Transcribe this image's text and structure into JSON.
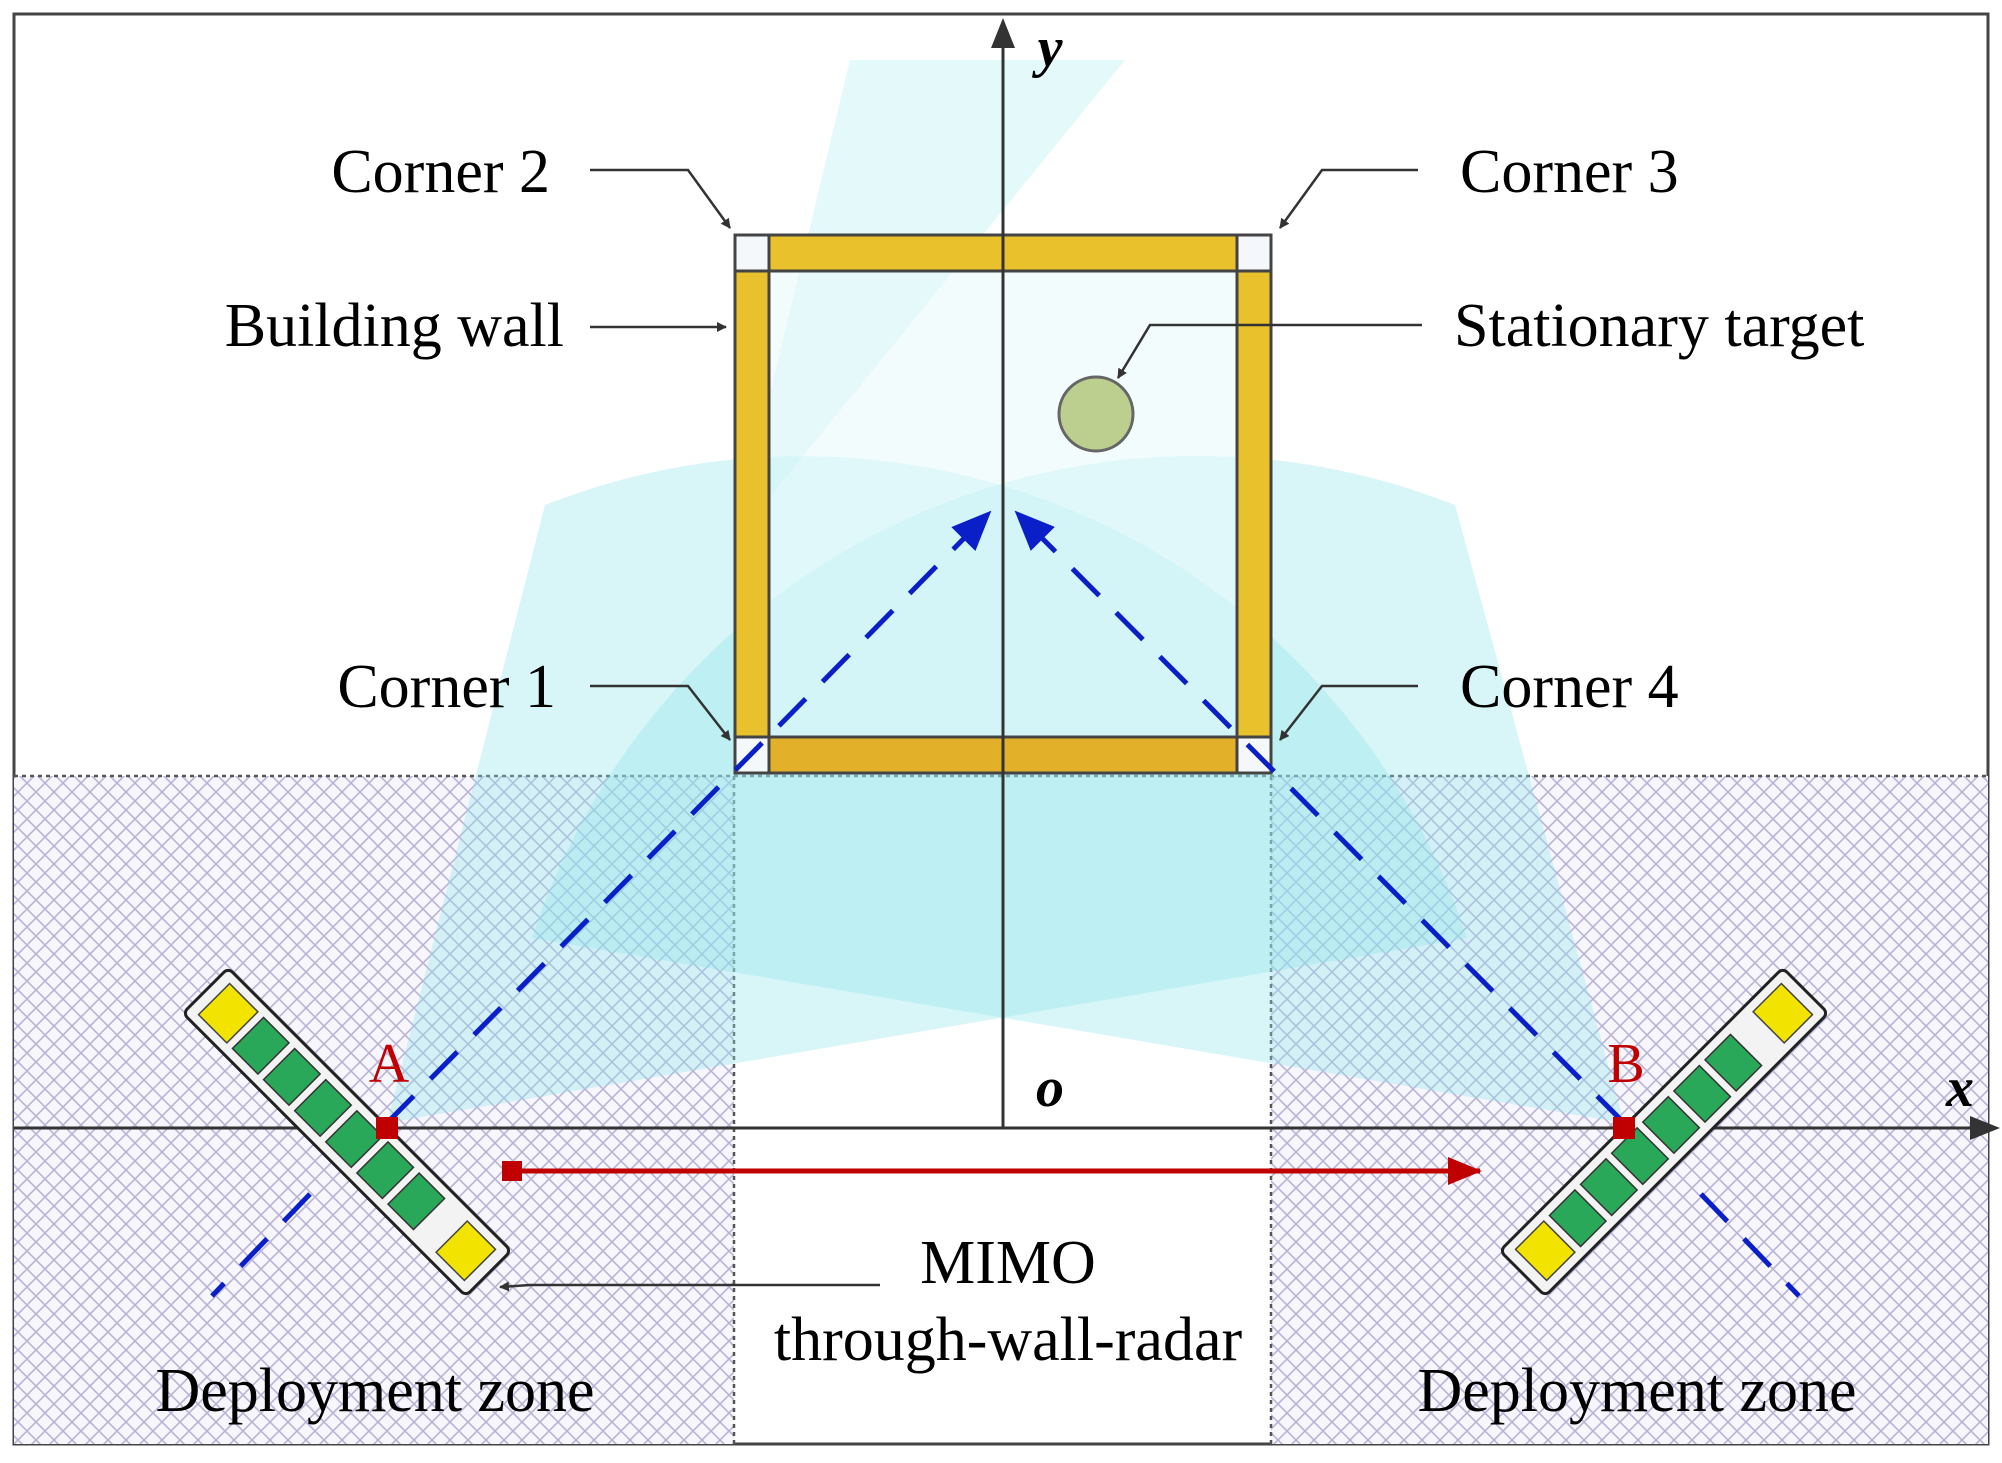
{
  "labels": {
    "corner1": "Corner 1",
    "corner2": "Corner 2",
    "corner3": "Corner 3",
    "corner4": "Corner 4",
    "building_wall": "Building wall",
    "stationary_target": "Stationary target",
    "radar_line1": "MIMO",
    "radar_line2": "through-wall-radar",
    "deployment_zone_left": "Deployment zone",
    "deployment_zone_right": "Deployment zone",
    "point_a": "A",
    "point_b": "B",
    "origin": "o",
    "x_axis": "x",
    "y_axis": "y"
  },
  "colors": {
    "wall": "#e8c12c",
    "wall_dark": "#e0a512",
    "beam": "#8fe6ec",
    "ray": "#0a1fc8",
    "radar_point": "#c00000",
    "target": "#bccf8f",
    "zone_hatch": "#b9b3d6"
  }
}
